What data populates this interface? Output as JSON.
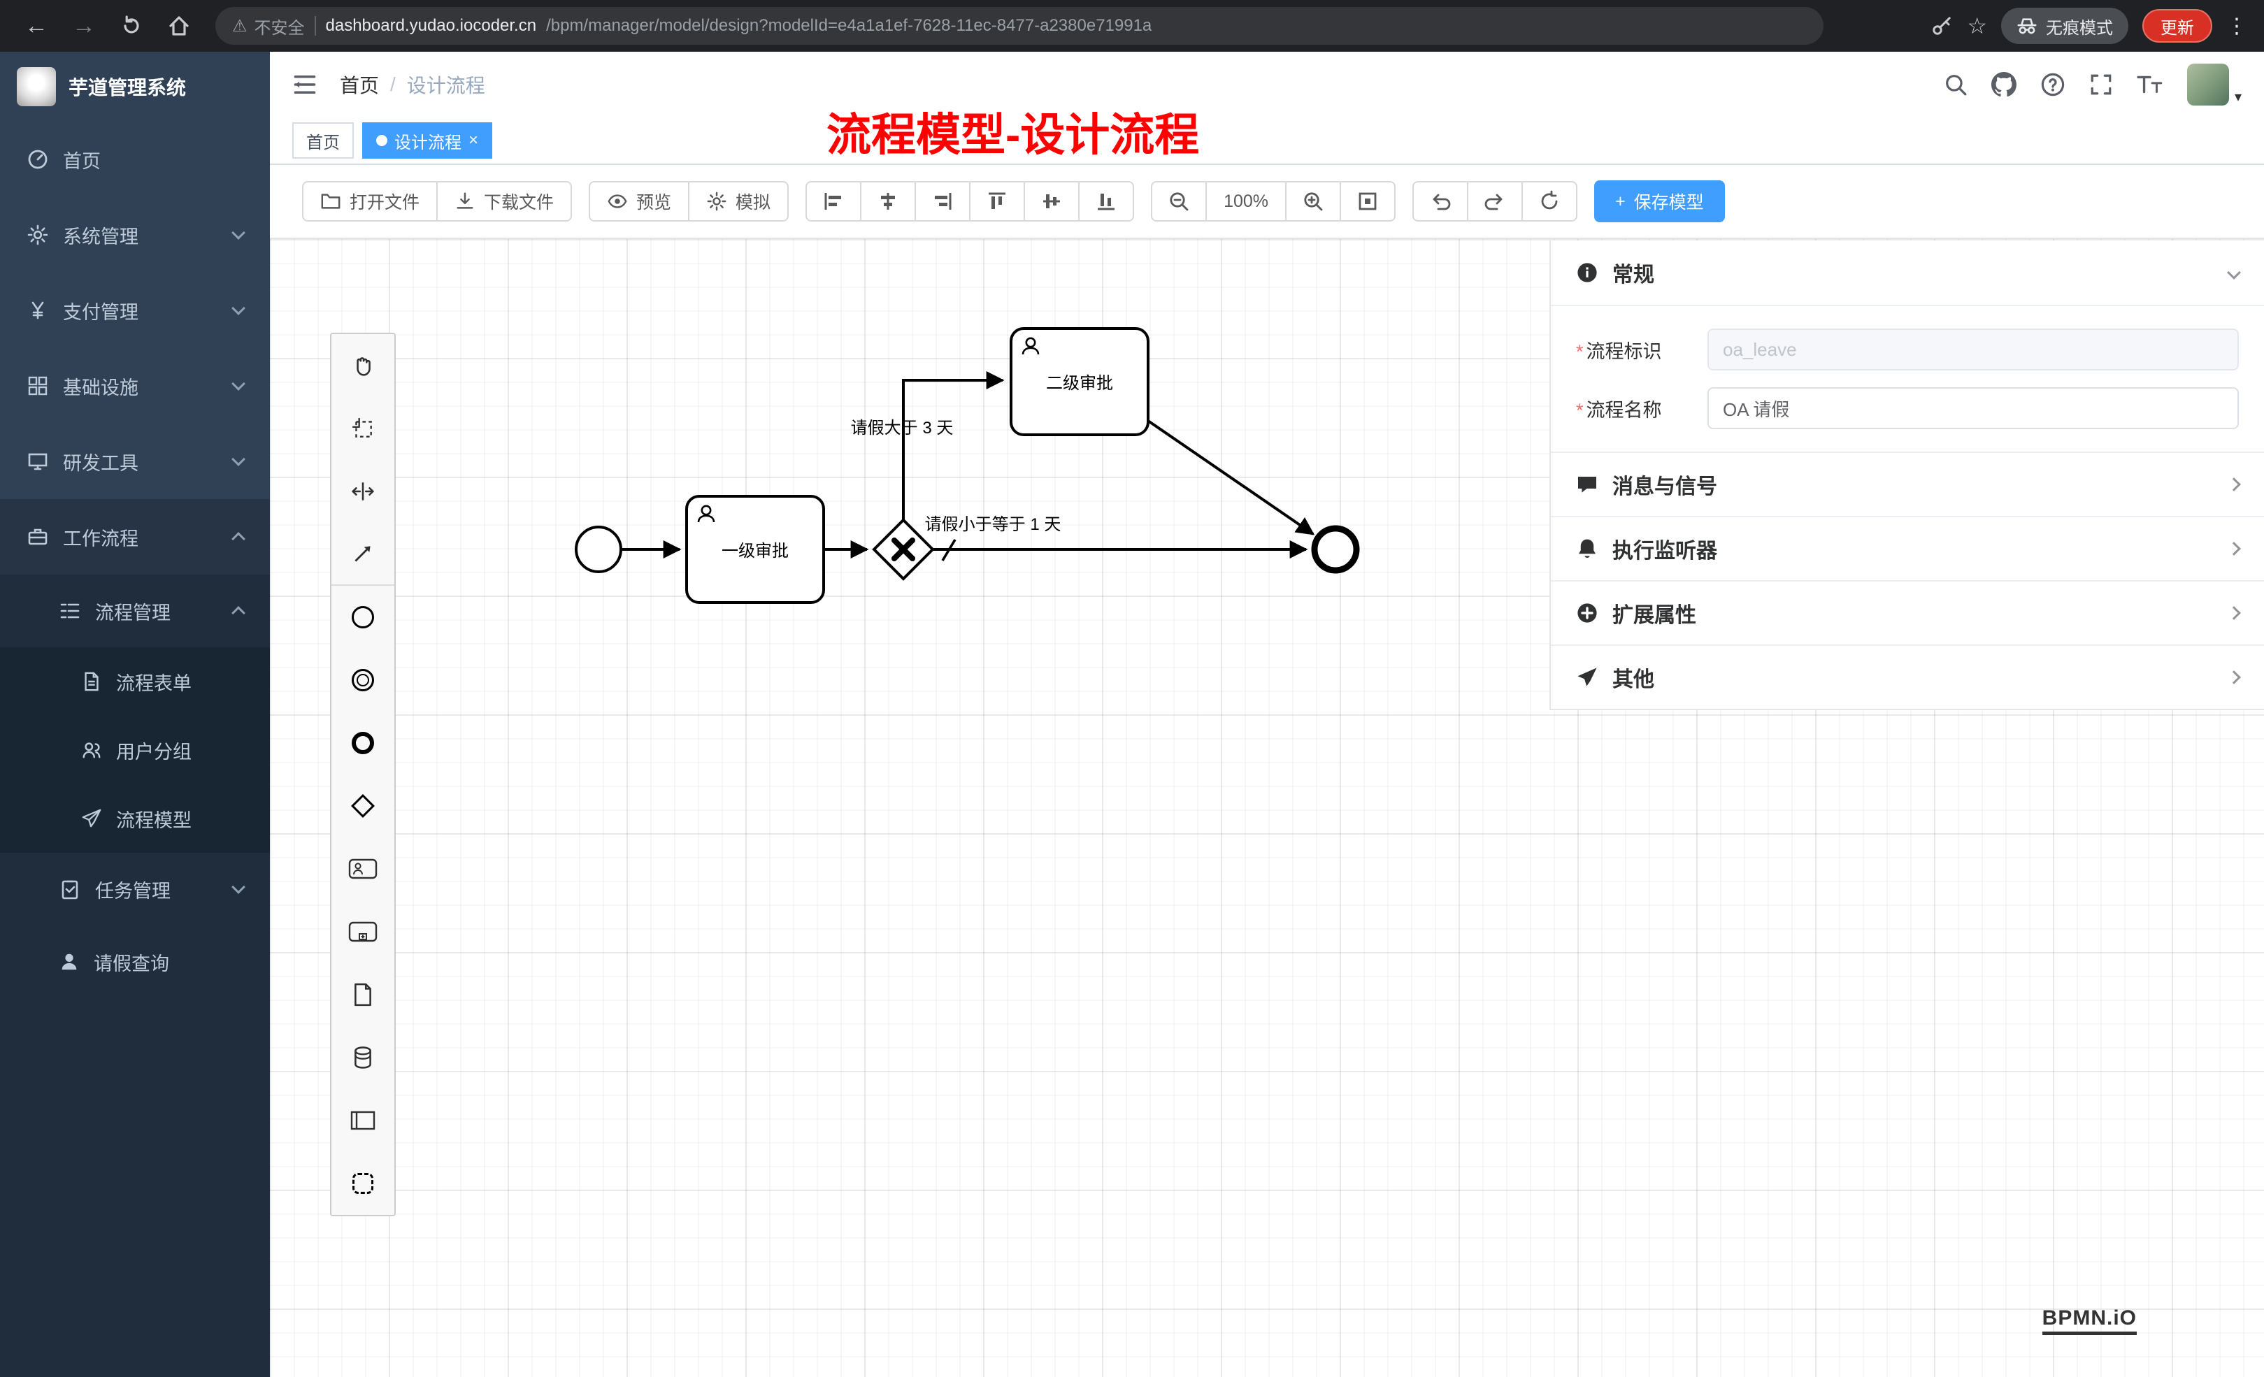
{
  "icons": {
    "back": "←",
    "forward": "→",
    "more": "⋮",
    "star": "☆",
    "warning": "⚠",
    "close": "×",
    "plus": "+",
    "caret": "▾",
    "question": "?"
  },
  "browser": {
    "security_label": "不安全",
    "url_host": "dashboard.yudao.iocoder.cn",
    "url_path": "/bpm/manager/model/design?modelId=e4a1a1ef-7628-11ec-8477-a2380e71991a",
    "incognito_label": "无痕模式",
    "update_label": "更新"
  },
  "sidebar": {
    "logo_title": "芋道管理系统",
    "items": [
      {
        "label": "首页"
      },
      {
        "label": "系统管理"
      },
      {
        "label": "支付管理"
      },
      {
        "label": "基础设施"
      },
      {
        "label": "研发工具"
      },
      {
        "label": "工作流程",
        "children": [
          {
            "label": "流程管理",
            "children": [
              {
                "label": "流程表单"
              },
              {
                "label": "用户分组"
              },
              {
                "label": "流程模型"
              }
            ]
          },
          {
            "label": "任务管理"
          },
          {
            "label": "请假查询"
          }
        ]
      }
    ]
  },
  "header": {
    "breadcrumb_home": "首页",
    "breadcrumb_separator": "/",
    "breadcrumb_current": "设计流程",
    "annotation": "流程模型-设计流程"
  },
  "tabs": [
    {
      "label": "首页"
    },
    {
      "label": "设计流程",
      "active": true
    }
  ],
  "toolbar": {
    "open_file": "打开文件",
    "download_file": "下载文件",
    "preview": "预览",
    "simulate": "模拟",
    "zoom_level": "100%",
    "save_model": "保存模型"
  },
  "diagram": {
    "task1_label": "一级审批",
    "task2_label": "二级审批",
    "flow_gt3_label": "请假大于 3 天",
    "flow_le1_label": "请假小于等于 1 天"
  },
  "panel": {
    "required_mark": "*",
    "section_general": "常规",
    "fields": [
      {
        "label": "流程标识",
        "value": "oa_leave"
      },
      {
        "label": "流程名称",
        "value": "OA 请假"
      }
    ],
    "section_messages": "消息与信号",
    "section_listeners": "执行监听器",
    "section_extended": "扩展属性",
    "section_other": "其他"
  },
  "footer": {
    "bpmn_logo": "BPMN.iO"
  }
}
